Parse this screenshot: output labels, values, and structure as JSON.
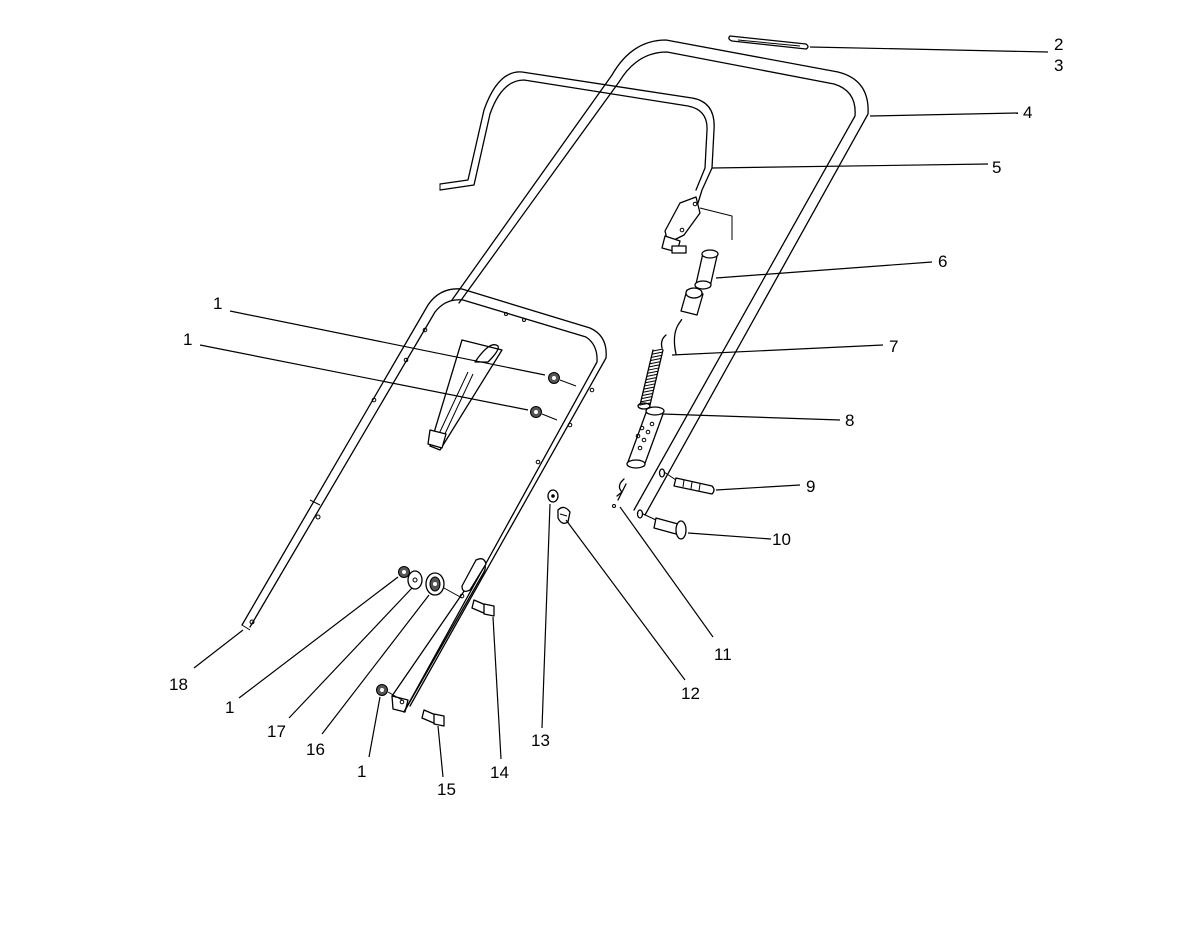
{
  "callouts": [
    {
      "id": "c2",
      "text": "2"
    },
    {
      "id": "c3",
      "text": "3"
    },
    {
      "id": "c4",
      "text": "4"
    },
    {
      "id": "c5",
      "text": "5"
    },
    {
      "id": "c6",
      "text": "6"
    },
    {
      "id": "c7",
      "text": "7"
    },
    {
      "id": "c8",
      "text": "8"
    },
    {
      "id": "c9",
      "text": "9"
    },
    {
      "id": "c10",
      "text": "10"
    },
    {
      "id": "c11",
      "text": "11"
    },
    {
      "id": "c12",
      "text": "12"
    },
    {
      "id": "c13",
      "text": "13"
    },
    {
      "id": "c14",
      "text": "14"
    },
    {
      "id": "c15",
      "text": "15"
    },
    {
      "id": "c16",
      "text": "16"
    },
    {
      "id": "c17",
      "text": "17"
    },
    {
      "id": "c18",
      "text": "18"
    },
    {
      "id": "c1a",
      "text": "1"
    },
    {
      "id": "c1b",
      "text": "1"
    },
    {
      "id": "c1c",
      "text": "1"
    },
    {
      "id": "c1d",
      "text": "1"
    }
  ],
  "colors": {
    "line": "#000000",
    "background": "#ffffff"
  }
}
